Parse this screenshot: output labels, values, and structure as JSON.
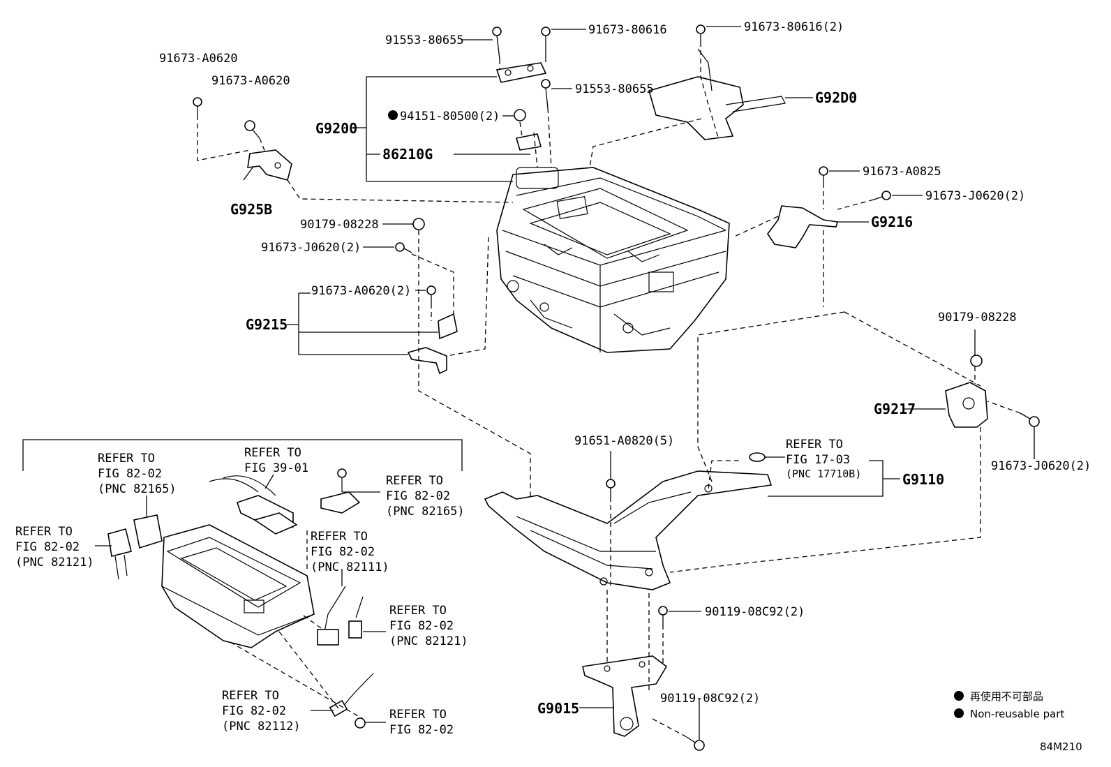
{
  "diagram": {
    "callouts": {
      "p91553_top": "91553-80655",
      "p91673_80616": "91673-80616",
      "p91673_80616_2": "91673-80616(2)",
      "p91673_A0620_a": "91673-A0620",
      "p91673_A0620_b": "91673-A0620",
      "p91553_mid": "91553-80655",
      "p94151": "94151-80500(2)",
      "p86210G": "86210G",
      "G9200": "G9200",
      "G92D0": "G92D0",
      "G925B": "G925B",
      "p91673_A0825": "91673-A0825",
      "p91673_J0620_right": "91673-J0620(2)",
      "G9216": "G9216",
      "p90179_left": "90179-08228",
      "p91673_J0620_left": "91673-J0620(2)",
      "p91673_A0620_2": "91673-A0620(2)",
      "G9215": "G9215",
      "p90179_right": "90179-08228",
      "G9217": "G9217",
      "p91673_J0620_far": "91673-J0620(2)",
      "p91651": "91651-A0820(5)",
      "refer_fig1703": [
        "REFER TO",
        "FIG 17-03",
        "(PNC 17710B)"
      ],
      "G9110": "G9110",
      "p90119_a": "90119-08C92(2)",
      "p90119_b": "90119-08C92(2)",
      "G9015": "G9015"
    },
    "refers": {
      "r82165_left": [
        "REFER TO",
        "FIG 82-02",
        "(PNC 82165)"
      ],
      "r3901": [
        "REFER TO",
        "FIG 39-01"
      ],
      "r82165_right": [
        "REFER TO",
        "FIG 82-02",
        "(PNC 82165)"
      ],
      "r82121_left": [
        "REFER TO",
        "FIG 82-02",
        "(PNC 82121)"
      ],
      "r82111": [
        "REFER TO",
        "FIG 82-02",
        "(PNC 82111)"
      ],
      "r82121_right": [
        "REFER TO",
        "FIG 82-02",
        "(PNC 82121)"
      ],
      "r82112": [
        "REFER TO",
        "FIG 82-02",
        "(PNC 82112)"
      ],
      "r8202": [
        "REFER TO",
        "FIG 82-02"
      ]
    },
    "legend": {
      "jp": "再使用不可部品",
      "en": "Non-reusable part"
    },
    "figure_code": "84M210"
  }
}
